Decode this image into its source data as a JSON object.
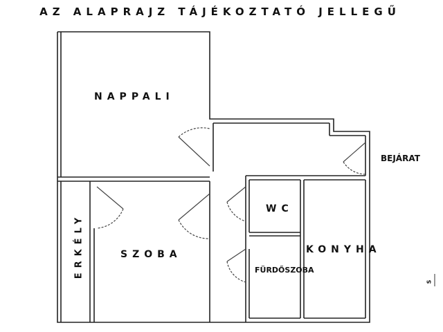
{
  "title": "AZ ALAPRAJZ TÁJÉKOZTATÓ JELLEGŰ",
  "rooms": {
    "nappali": "NAPPALI",
    "szoba": "SZOBA",
    "erkely": "ERKÉLY",
    "wc": "WC",
    "furdoszoba": "FÜRDŐSZOBA",
    "konyha": "KONYHA"
  },
  "entrance": "BEJÁRAT",
  "north_marker": "S"
}
